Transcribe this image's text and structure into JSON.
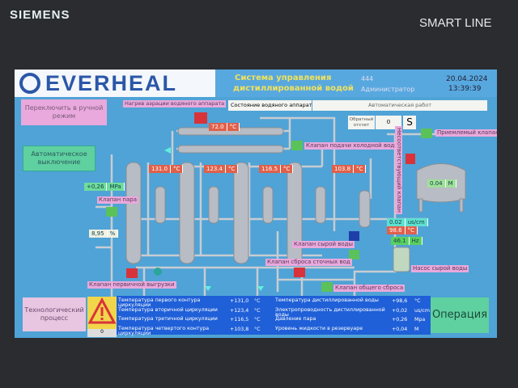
{
  "bezel": {
    "brand": "SIEMENS",
    "model": "SMART LINE"
  },
  "header": {
    "logo": "EVERHEAL",
    "title_line1": "Система управления",
    "title_line2": "дистиллированной водой",
    "user_id": "444",
    "user_role": "Администратор",
    "date": "20.04.2024",
    "time": "13:39:39"
  },
  "controls": {
    "manual_mode": "Переключить в ручной режим",
    "aeration_heating": "Нагрев аэрации водяного аппарата",
    "state_label": "Состояние водяного аппарата",
    "state_value": "Автоматическая работ",
    "countdown_label": "Обратный отсчет",
    "countdown_value": "0",
    "countdown_unit": "S",
    "auto_off": "Автоматическое выключение"
  },
  "process": {
    "aeration_temp": {
      "value": "72.0",
      "unit": "°C"
    },
    "t1": {
      "value": "131.0",
      "unit": "°C"
    },
    "t2": {
      "value": "123.4",
      "unit": "°C"
    },
    "t3": {
      "value": "116.5",
      "unit": "°C"
    },
    "t4": {
      "value": "103.8",
      "unit": "°C"
    },
    "steam_pressure": {
      "value": "+0,26",
      "unit": "MPa"
    },
    "steam_valve_opening": {
      "value": "8,95",
      "unit": "%"
    },
    "tank_level": {
      "value": "0.04",
      "unit": "M"
    },
    "conductivity": {
      "value": "0.02",
      "unit": "us/cm"
    },
    "distilled_temp": {
      "value": "98.6",
      "unit": "°C"
    },
    "pump_freq": {
      "value": "46.1",
      "unit": "Hz"
    },
    "labels": {
      "steam_valve": "Клапан пара",
      "cold_water_valve": "Клапан подачи холодной воды",
      "accept_valve": "Приемлемый клапан",
      "reject_valve": "Несоответствующий клапан",
      "raw_water_valve": "Клапан сырой воды",
      "waste_valve": "Клапан сброса сточных вод",
      "raw_pump": "Насос сырой воды",
      "common_drain": "Клапан общего сброса",
      "primary_discharge": "Клапан первичной выгрузки"
    }
  },
  "footer": {
    "process_button": "Технологический процесс",
    "alarm_count": "0",
    "operation_button": "Операция",
    "rows_left": [
      {
        "label": "Температура первого контура циркуляции",
        "value": "+131,0",
        "unit": "°C"
      },
      {
        "label": "Температура вторичной циркуляции",
        "value": "+123,4",
        "unit": "°C"
      },
      {
        "label": "Температура третичной циркуляции",
        "value": "+116,5",
        "unit": "°C"
      },
      {
        "label": "Температура четвертого контура циркуляции",
        "value": "+103,8",
        "unit": "°C"
      }
    ],
    "rows_right": [
      {
        "label": "Температура дистиллированной воды",
        "value": "+98,6",
        "unit": "°C"
      },
      {
        "label": "Электропроводность дистиллированной воды",
        "value": "+0,02",
        "unit": "us/cm"
      },
      {
        "label": "Давление пара",
        "value": "+0,26",
        "unit": "Мра"
      },
      {
        "label": "Уровень жидкости в резервуаре",
        "value": "+0,04",
        "unit": "M"
      }
    ]
  },
  "colors": {
    "screen_bg": "#4fa3d6",
    "pink": "#e9a9dc",
    "green_button": "#5fd0a0",
    "temp_tag": "#e0604a",
    "footer_bg": "#1f5fd8",
    "warning": "#f1d54a"
  }
}
